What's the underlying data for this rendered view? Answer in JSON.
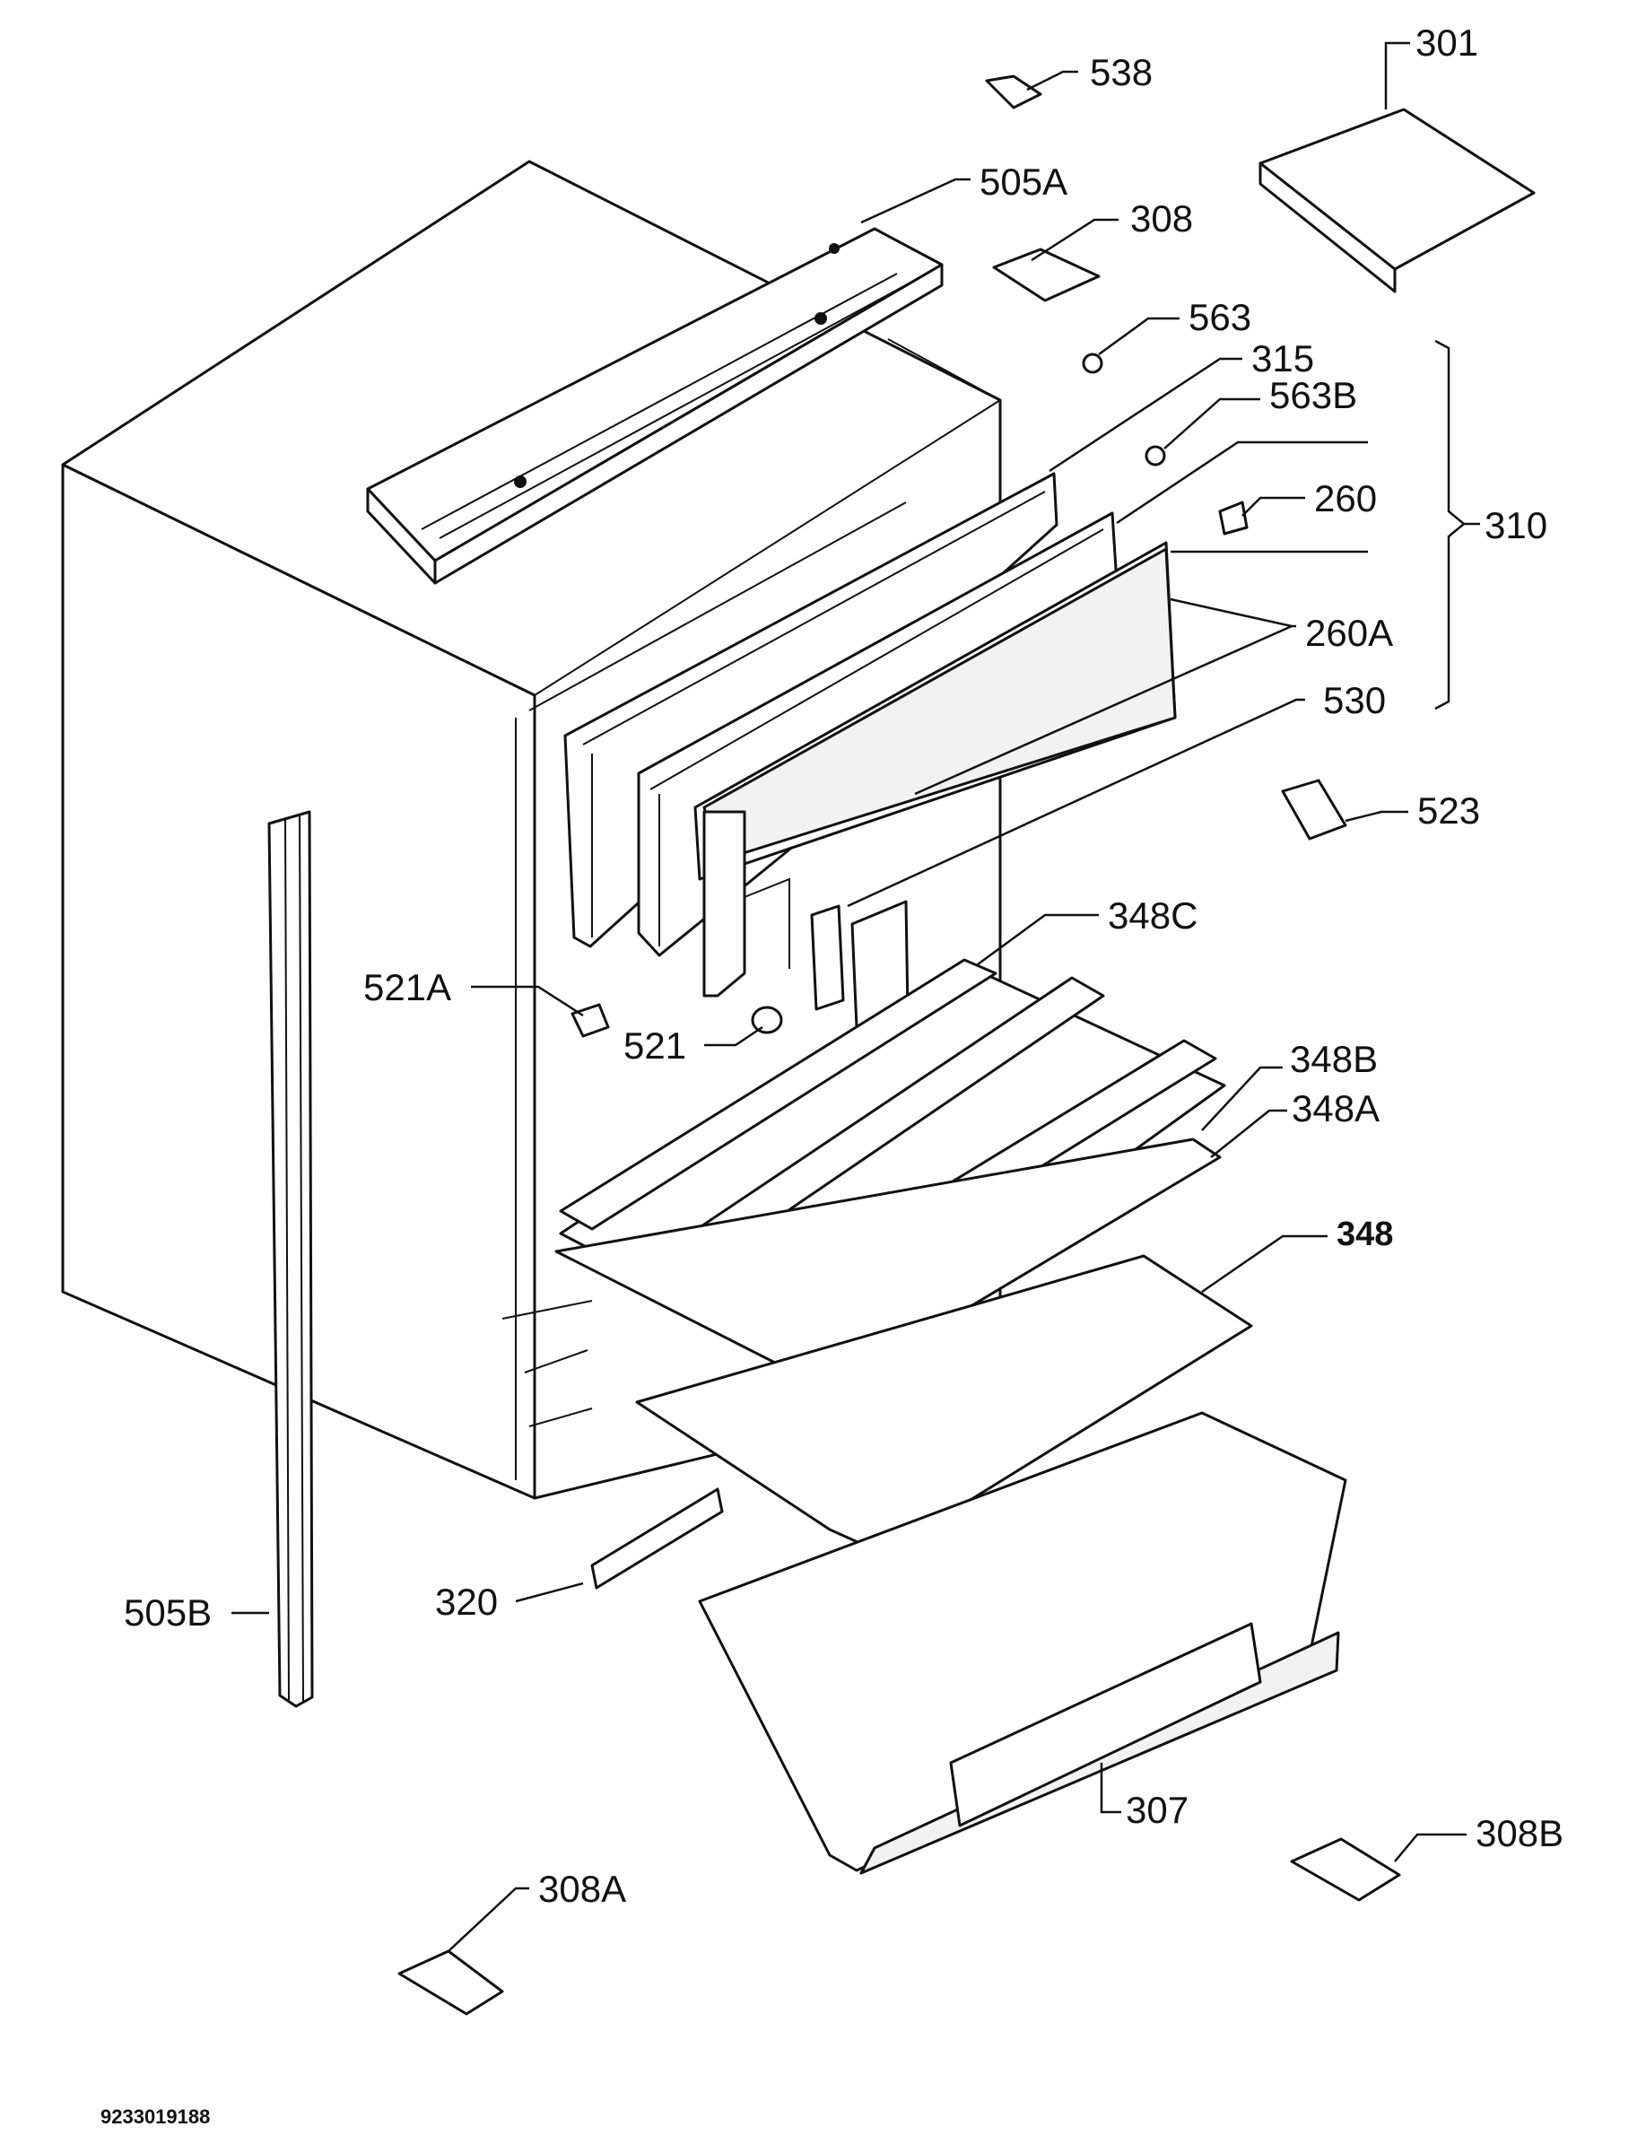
{
  "diagram": {
    "labels": {
      "p301": "301",
      "p538": "538",
      "p505A": "505A",
      "p308": "308",
      "p563": "563",
      "p315": "315",
      "p563B": "563B",
      "p260": "260",
      "p310": "310",
      "p260A": "260A",
      "p530": "530",
      "p523": "523",
      "p348C": "348C",
      "p521A": "521A",
      "p521": "521",
      "p348B": "348B",
      "p348A": "348A",
      "p348": "348",
      "p320": "320",
      "p505B": "505B",
      "p307": "307",
      "p308B": "308B",
      "p308A": "308A"
    },
    "document_number": "9233019188"
  }
}
